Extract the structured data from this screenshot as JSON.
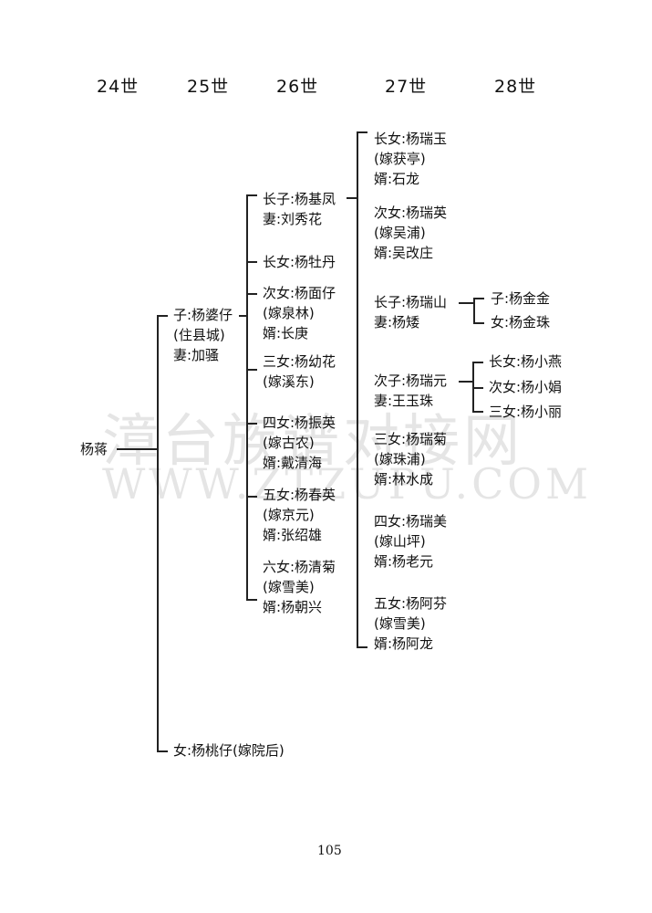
{
  "generations": [
    "24世",
    "25世",
    "26世",
    "27世",
    "28世"
  ],
  "root": {
    "name": "杨蒋"
  },
  "gen25": [
    {
      "lines": [
        "子:杨婆仔",
        "(住县城)",
        "妻:加骚"
      ]
    },
    {
      "lines": [
        "女:杨桃仔(嫁院后)"
      ]
    }
  ],
  "gen26": [
    {
      "lines": [
        "长子:杨基凤",
        "妻:刘秀花"
      ]
    },
    {
      "lines": [
        "长女:杨牡丹"
      ]
    },
    {
      "lines": [
        "次女:杨面仔",
        "(嫁泉林)",
        "婿:长庚"
      ]
    },
    {
      "lines": [
        "三女:杨幼花",
        "(嫁溪东)"
      ]
    },
    {
      "lines": [
        "四女:杨振英",
        "(嫁古农)",
        "婿:戴清海"
      ]
    },
    {
      "lines": [
        "五女:杨春英",
        "(嫁京元)",
        "婿:张绍雄"
      ]
    },
    {
      "lines": [
        "六女:杨清菊",
        "(嫁雪美)",
        "婿:杨朝兴"
      ]
    }
  ],
  "gen27": [
    {
      "lines": [
        "长女:杨瑞玉",
        "(嫁获亭)",
        "婿:石龙"
      ]
    },
    {
      "lines": [
        "次女:杨瑞英",
        "(嫁吴浦)",
        "婿:吴改庄"
      ]
    },
    {
      "lines": [
        "长子:杨瑞山",
        "妻:杨矮"
      ]
    },
    {
      "lines": [
        "次子:杨瑞元",
        "妻:王玉珠"
      ]
    },
    {
      "lines": [
        "三女:杨瑞菊",
        "(嫁珠浦)",
        "婿:林水成"
      ]
    },
    {
      "lines": [
        "四女:杨瑞美",
        "(嫁山坪)",
        "婿:杨老元"
      ]
    },
    {
      "lines": [
        "五女:杨阿芬",
        "(嫁雪美)",
        "婿:杨阿龙"
      ]
    }
  ],
  "gen28_a": [
    {
      "lines": [
        "子:杨金金"
      ]
    },
    {
      "lines": [
        "女:杨金珠"
      ]
    }
  ],
  "gen28_b": [
    {
      "lines": [
        "长女:杨小燕"
      ]
    },
    {
      "lines": [
        "次女:杨小娟"
      ]
    },
    {
      "lines": [
        "三女:杨小丽"
      ]
    }
  ],
  "watermark": {
    "cn": "漳台族谱对接网",
    "en": "WWW.ZTZUPU.COM"
  },
  "page_number": "105"
}
